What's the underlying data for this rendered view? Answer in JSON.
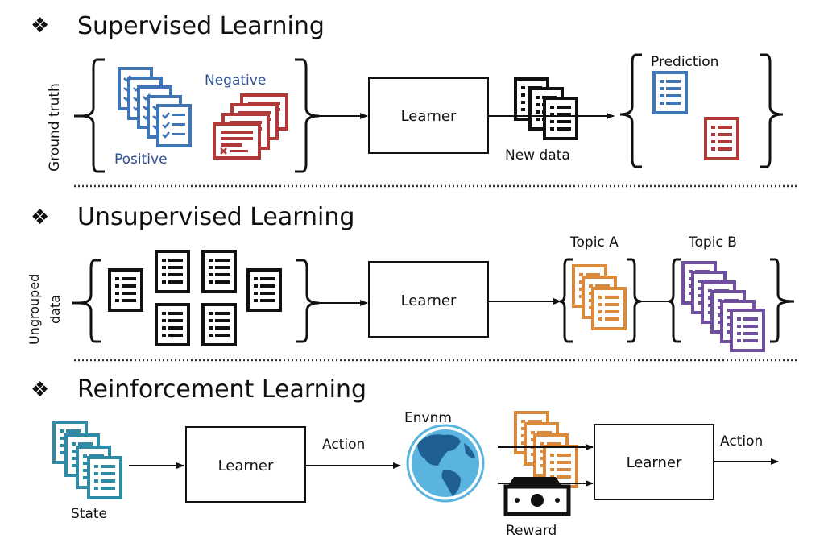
{
  "colors": {
    "ink": "#111111",
    "doc_blue": "#3f74b5",
    "doc_red": "#b03a3a",
    "doc_orange": "#d98a3c",
    "doc_purple": "#6f4f9e",
    "doc_teal": "#2f8aa6",
    "globe_ocean": "#5bb4e0",
    "globe_land": "#1f5f93",
    "label_blue": "#2c4f95"
  },
  "supervised": {
    "heading": "Supervised Learning",
    "bullet_icon": "diamond-bullet-icon",
    "ground_truth_label": "Ground truth",
    "positive_label": "Positive",
    "negative_label": "Negative",
    "learner_label": "Learner",
    "new_data_label": "New data",
    "prediction_label": "Prediction"
  },
  "unsupervised": {
    "heading": "Unsupervised Learning",
    "bullet_icon": "diamond-bullet-icon",
    "ungrouped_label_line1": "Ungrouped",
    "ungrouped_label_line2": "data",
    "learner_label": "Learner",
    "topic_a_label": "Topic A",
    "topic_b_label": "Topic B"
  },
  "reinforcement": {
    "heading": "Reinforcement Learning",
    "bullet_icon": "diamond-bullet-icon",
    "state_label": "State",
    "learner_label": "Learner",
    "action_label": "Action",
    "environment_label": "Envnm",
    "environment_icon": "globe-icon",
    "reward_label": "Reward",
    "reward_icon": "banknote-icon",
    "learner2_label": "Learner",
    "action2_label": "Action"
  }
}
